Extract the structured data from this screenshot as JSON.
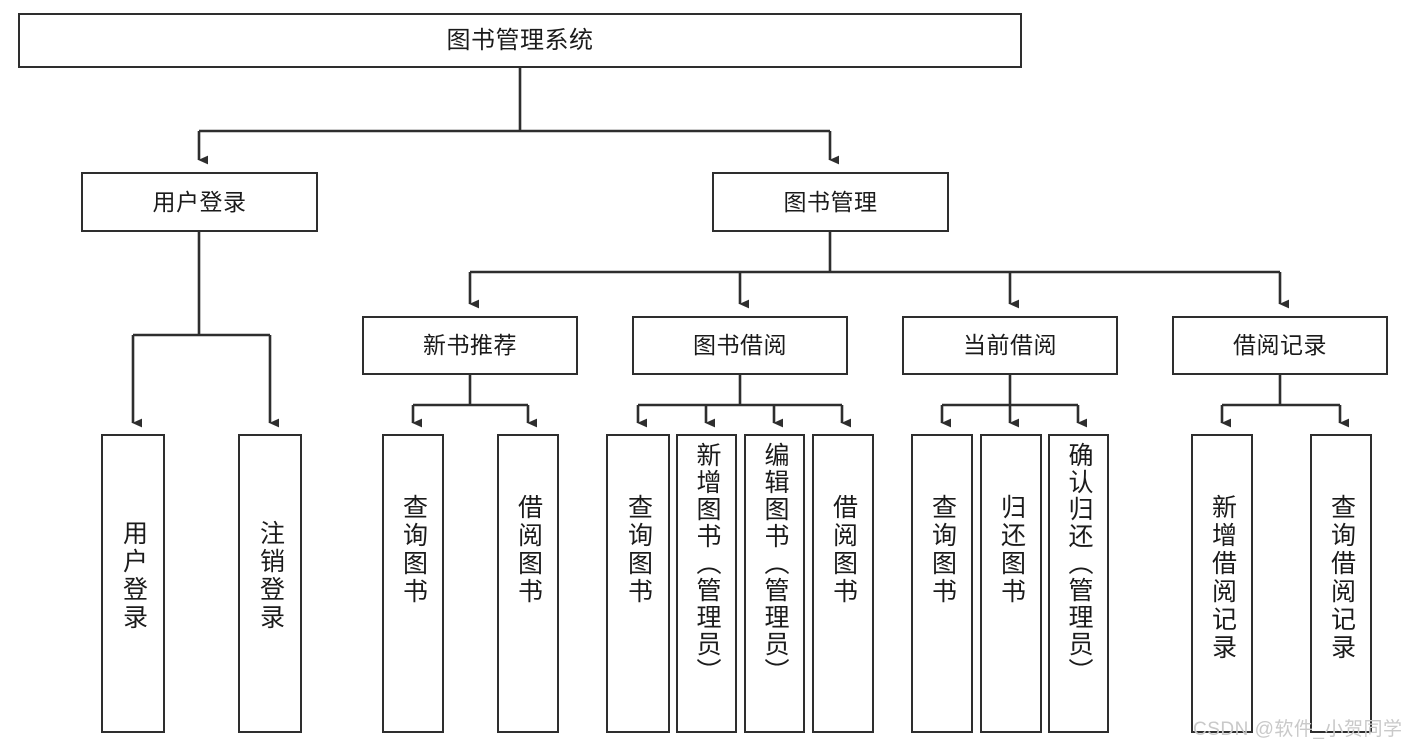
{
  "diagram": {
    "title": "图书管理系统",
    "type": "tree",
    "root": {
      "label": "图书管理系统"
    },
    "level2": [
      {
        "label": "用户登录"
      },
      {
        "label": "图书管理"
      }
    ],
    "level3": [
      {
        "label": "新书推荐"
      },
      {
        "label": "图书借阅"
      },
      {
        "label": "当前借阅"
      },
      {
        "label": "借阅记录"
      }
    ],
    "leaves": {
      "user_login": [
        {
          "label": "用户登录"
        },
        {
          "label": "注销登录"
        }
      ],
      "new_book_recommend": [
        {
          "label": "查询图书"
        },
        {
          "label": "借阅图书"
        }
      ],
      "book_borrow": [
        {
          "label": "查询图书"
        },
        {
          "label": "新增图书（管理员）"
        },
        {
          "label": "编辑图书（管理员）"
        },
        {
          "label": "借阅图书"
        }
      ],
      "current_borrow": [
        {
          "label": "查询图书"
        },
        {
          "label": "归还图书"
        },
        {
          "label": "确认归还（管理员）"
        }
      ],
      "borrow_record": [
        {
          "label": "新增借阅记录"
        },
        {
          "label": "查询借阅记录"
        }
      ]
    }
  },
  "watermark": {
    "text": "CSDN @软件_小贺同学"
  },
  "colors": {
    "stroke": "#2e2e2e",
    "background": "#ffffff",
    "text": "#1b1b1b",
    "watermark": "#c9c9c9"
  }
}
